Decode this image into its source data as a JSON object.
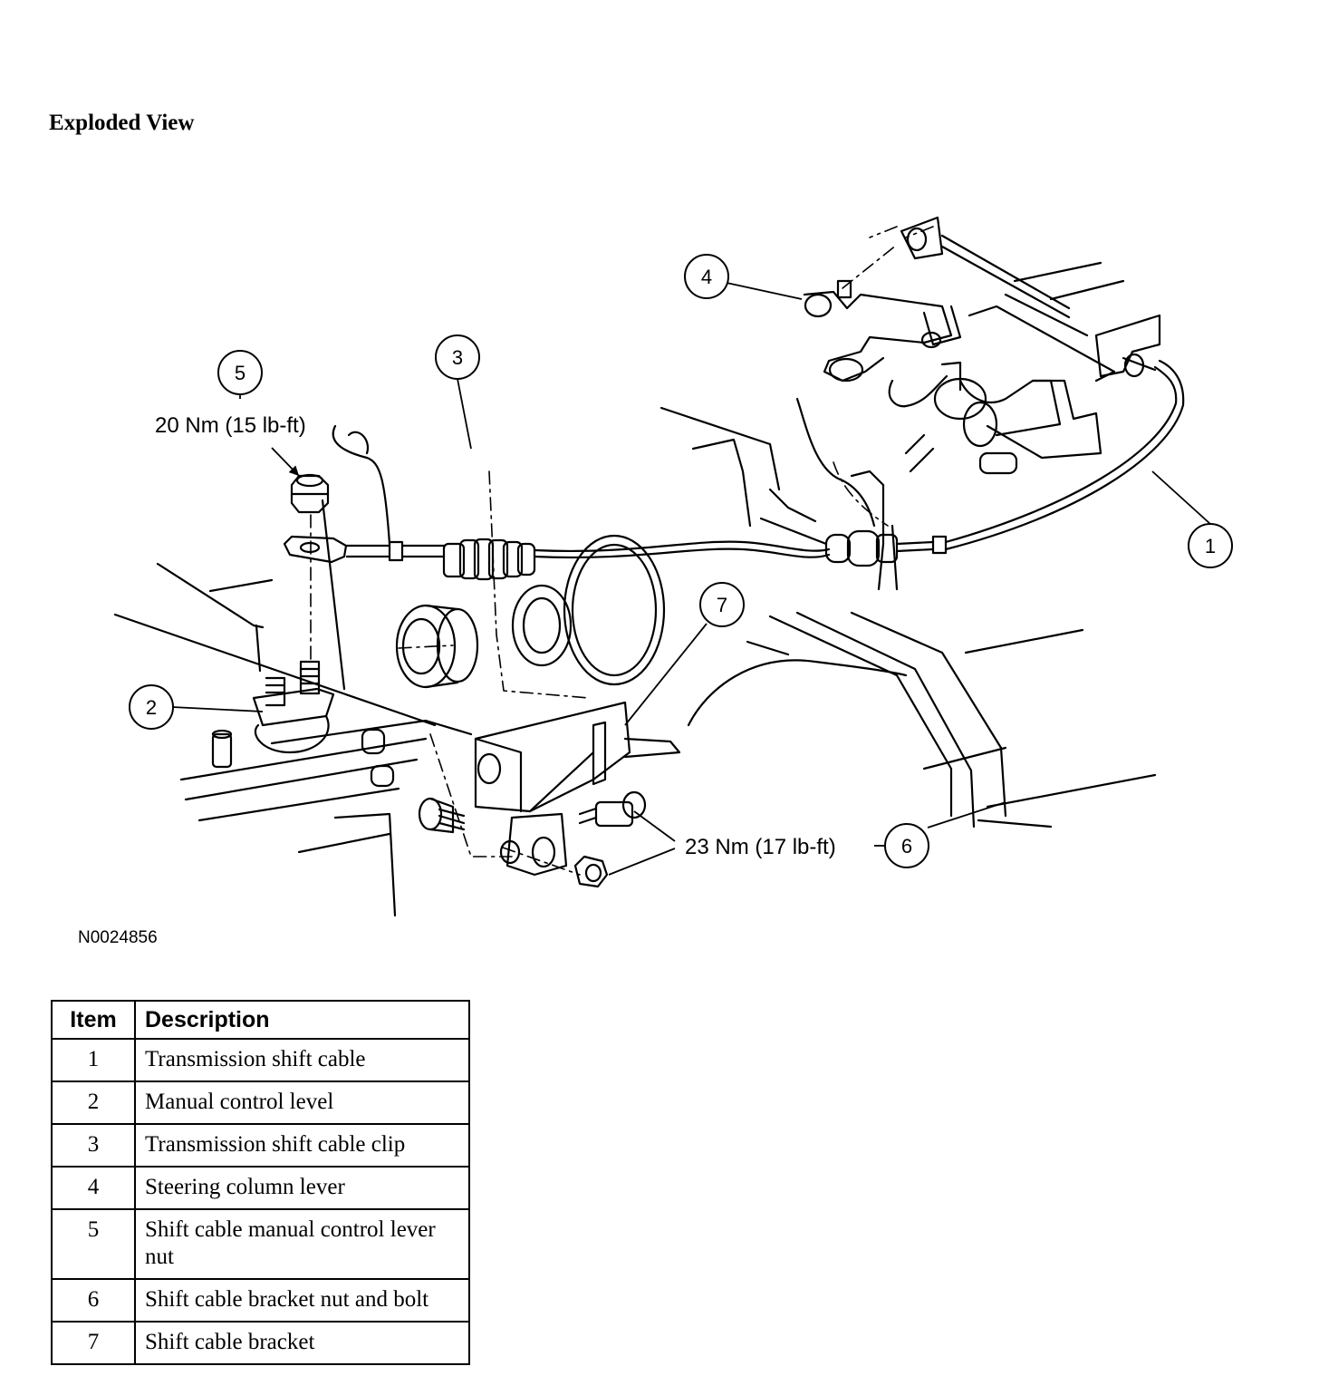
{
  "heading": "Exploded View",
  "figure_code": "N0024856",
  "callouts": [
    {
      "number": "1"
    },
    {
      "number": "2"
    },
    {
      "number": "3"
    },
    {
      "number": "4"
    },
    {
      "number": "5"
    },
    {
      "number": "6"
    },
    {
      "number": "7"
    }
  ],
  "torque_labels": {
    "nut_5": "20 Nm (15 lb-ft)",
    "bracket_6": "23 Nm (17 lb-ft)"
  },
  "table": {
    "headers": [
      "Item",
      "Description"
    ],
    "rows": [
      {
        "item": "1",
        "description": "Transmission shift cable"
      },
      {
        "item": "2",
        "description": "Manual control level"
      },
      {
        "item": "3",
        "description": "Transmission shift cable clip"
      },
      {
        "item": "4",
        "description": "Steering column lever"
      },
      {
        "item": "5",
        "description": "Shift cable manual control lever nut"
      },
      {
        "item": "6",
        "description": "Shift cable bracket nut and bolt"
      },
      {
        "item": "7",
        "description": "Shift cable bracket"
      }
    ]
  }
}
